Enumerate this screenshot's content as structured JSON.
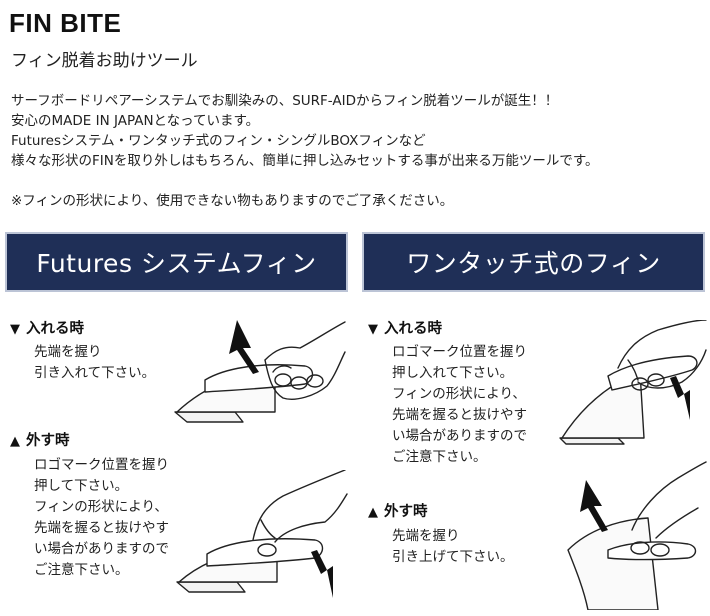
{
  "header": {
    "title": "FIN BITE",
    "subtitle": "フィン脱着お助けツール"
  },
  "intro": {
    "lines": [
      "サーフボードリペアーシステムでお馴染みの、SURF-AIDからフィン脱着ツールが誕生！！",
      "安心のMADE IN JAPANとなっています。",
      "Futuresシステム・ワンタッチ式のフィン・シングルBOXフィンなど",
      "様々な形状のFINを取り外しはもちろん、簡単に押し込みセットする事が出来る万能ツールです。"
    ],
    "note": "※フィンの形状により、使用できない物もありますのでご了承ください。"
  },
  "left": {
    "banner": "Futures システムフィン",
    "insert": {
      "marker": "▼",
      "heading": "入れる時",
      "lines": [
        "先端を握り",
        "引き入れて下さい。"
      ],
      "arrow_icon": "arrow-up-left-icon"
    },
    "remove": {
      "marker": "▲",
      "heading": "外す時",
      "lines": [
        "ロゴマーク位置を握り",
        "押して下さい。",
        "フィンの形状により、",
        "先端を握ると抜けやす",
        "い場合がありますので",
        "ご注意下さい。"
      ],
      "arrow_icon": "arrow-down-right-icon"
    }
  },
  "right": {
    "banner": "ワンタッチ式のフィン",
    "insert": {
      "marker": "▼",
      "heading": "入れる時",
      "lines": [
        "ロゴマーク位置を握り",
        "押し入れて下さい。",
        "フィンの形状により、",
        "先端を握ると抜けやす",
        "い場合がありますので",
        "ご注意下さい。"
      ],
      "arrow_icon": "arrow-down-right-icon"
    },
    "remove": {
      "marker": "▲",
      "heading": "外す時",
      "lines": [
        "先端を握り",
        "引き上げて下さい。"
      ],
      "arrow_icon": "arrow-up-left-icon"
    }
  },
  "colors": {
    "banner_bg": "#1f2f57",
    "banner_border": "#bcc4d6",
    "text": "#222222"
  }
}
